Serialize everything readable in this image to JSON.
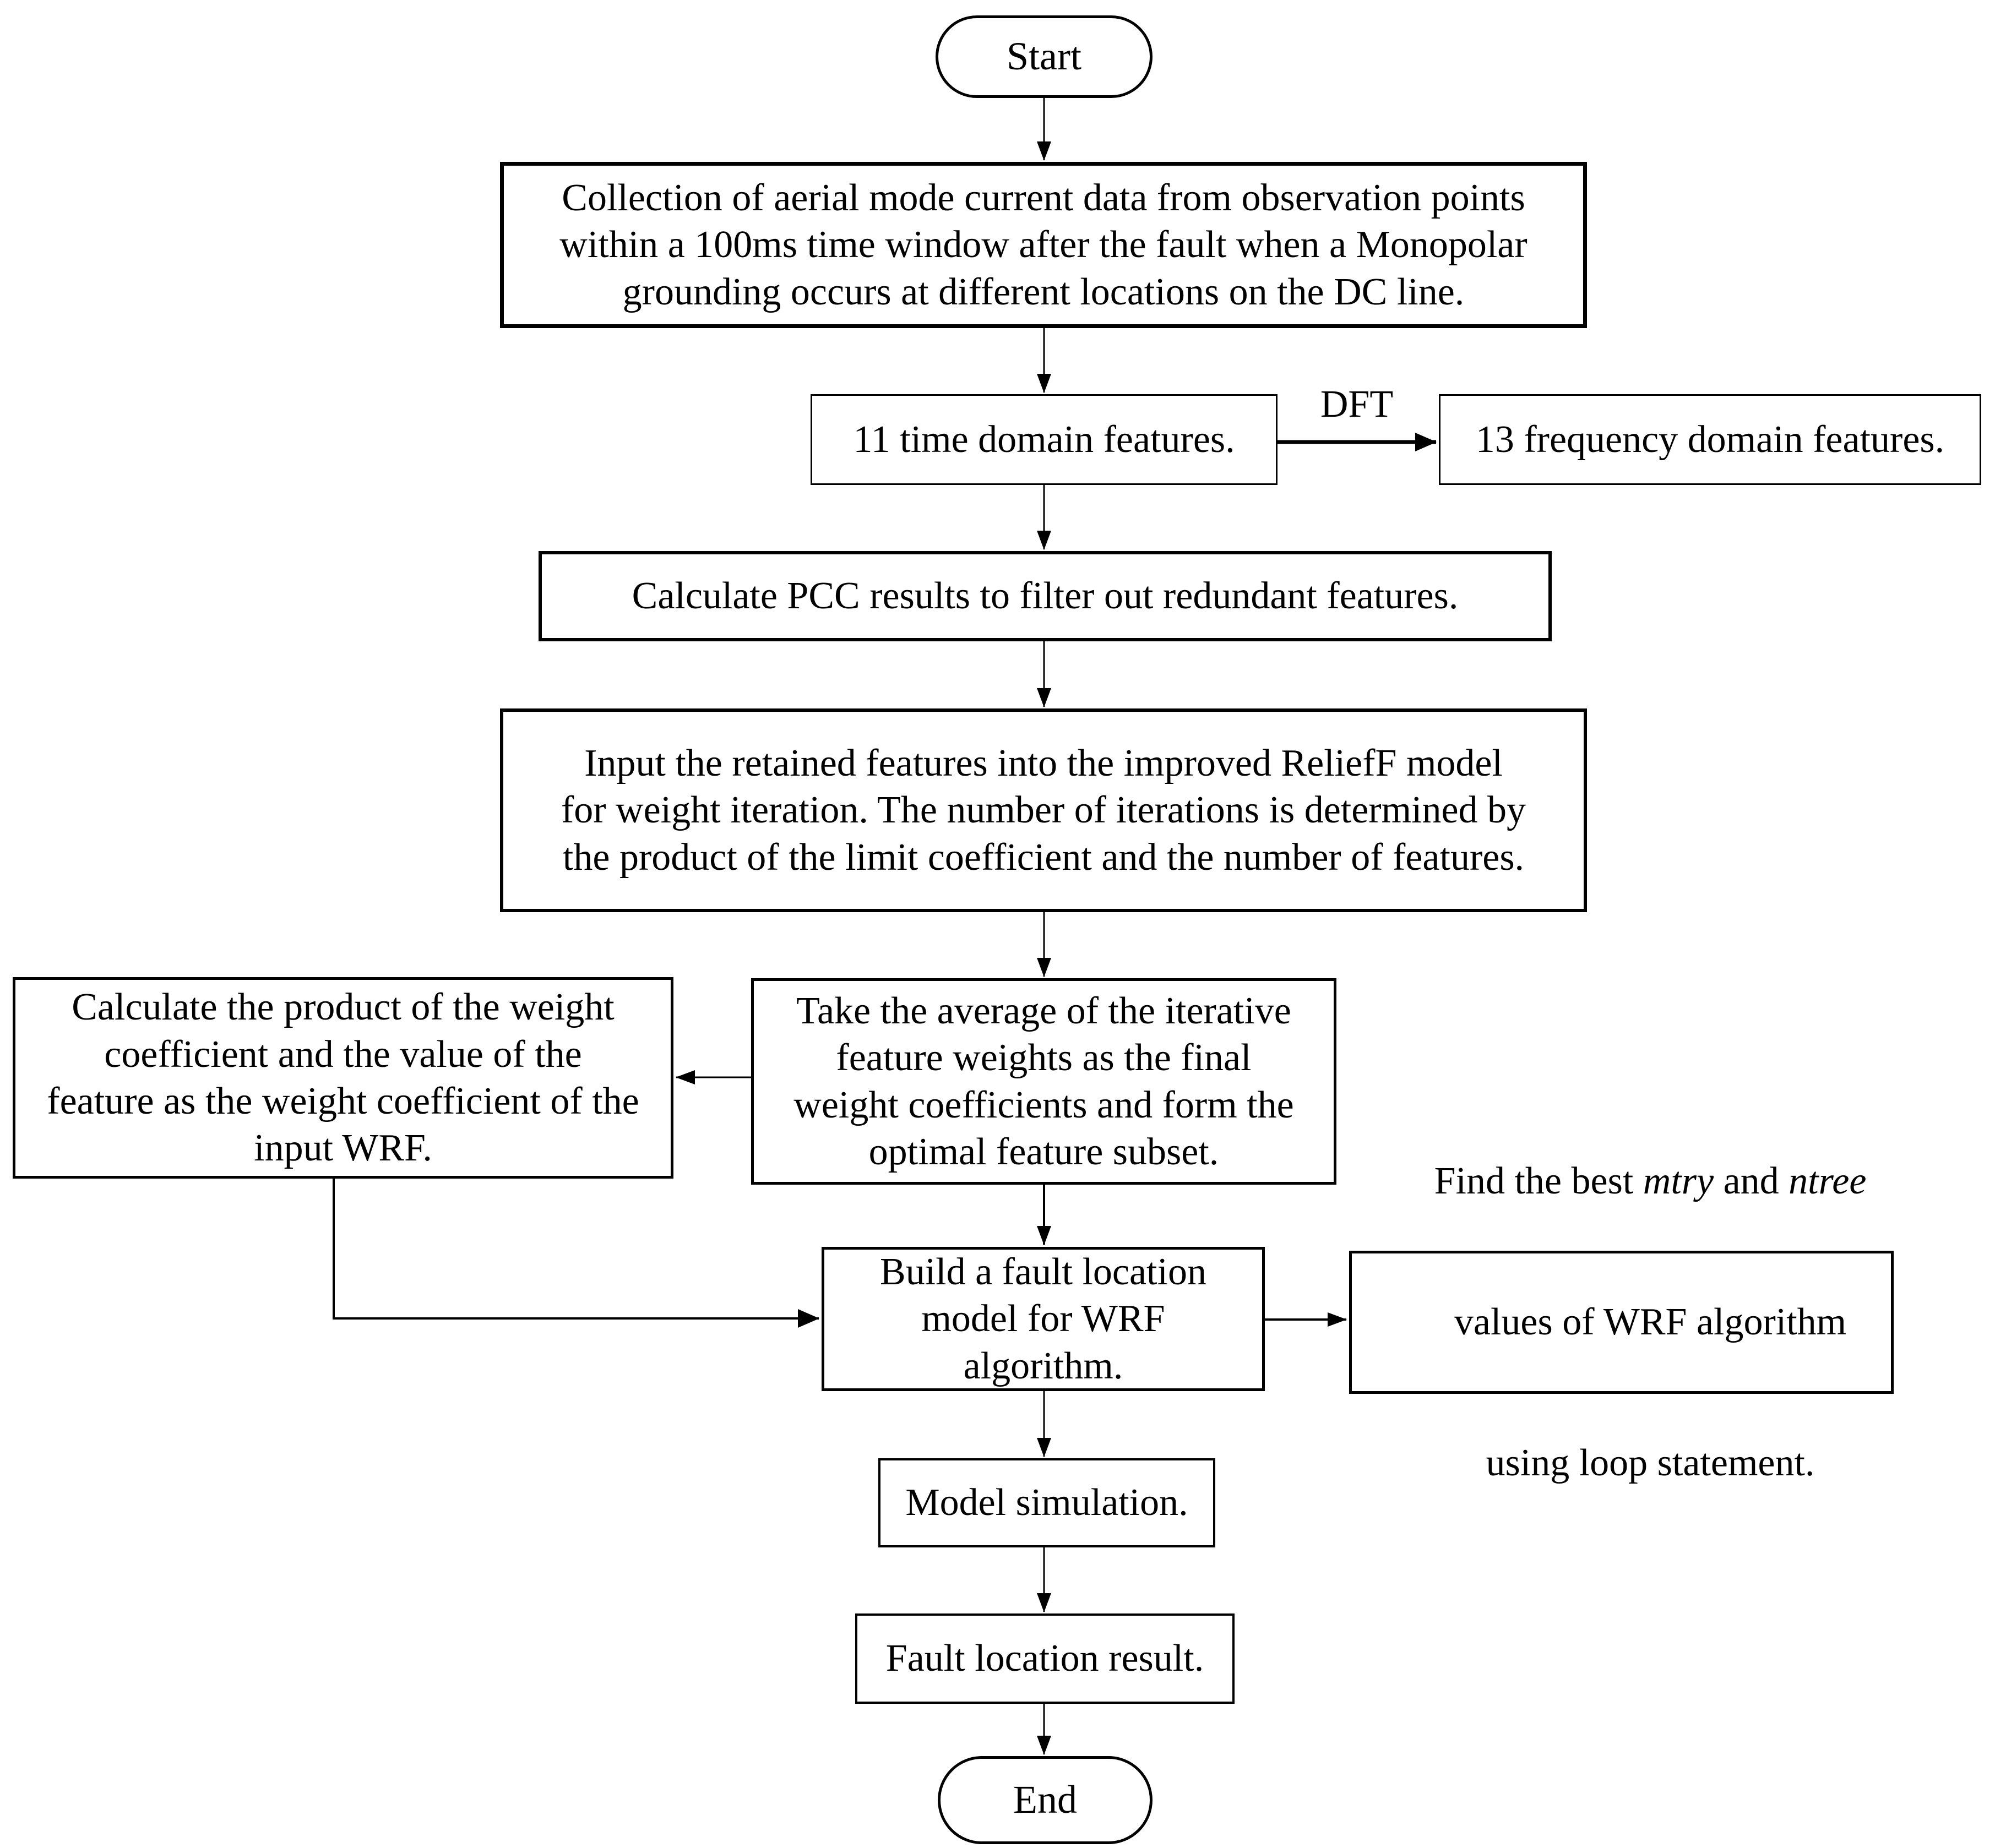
{
  "flowchart": {
    "colors": {
      "line": "#000000",
      "box_fill": "#ffffff",
      "text": "#000000",
      "background": "#ffffff"
    },
    "start_label": "Start",
    "collect_lines": [
      "Collection of aerial mode current data from observation points",
      "within a 100ms time window after the fault when a Monopolar",
      "grounding occurs at different locations on the DC line."
    ],
    "time_features_label": "11 time domain features.",
    "dft_label": "DFT",
    "freq_features_label": "13 frequency domain features.",
    "pcc_label": "Calculate PCC results to filter out redundant features.",
    "relieff_lines": [
      "Input the retained features into the improved ReliefF model",
      "for weight iteration. The number of iterations is determined by",
      "the product of the limit coefficient and the number of features."
    ],
    "average_lines": [
      "Take the average of the iterative",
      "feature weights as the final",
      "weight coefficients and form the",
      "optimal feature subset."
    ],
    "product_lines": [
      "Calculate the product of the weight",
      "coefficient and the value of the",
      "feature as the weight coefficient of the",
      "input WRF."
    ],
    "build_lines": [
      "Build a fault location",
      "model for WRF",
      "algorithm."
    ],
    "find": {
      "l1_prefix": "Find the best ",
      "l1_italic1": "mtry",
      "l1_mid": " and ",
      "l1_italic2": "ntree",
      "l2": "values of WRF algorithm",
      "l3": "using loop statement."
    },
    "simulation_label": "Model simulation.",
    "result_label": "Fault location result.",
    "end_label": "End"
  }
}
